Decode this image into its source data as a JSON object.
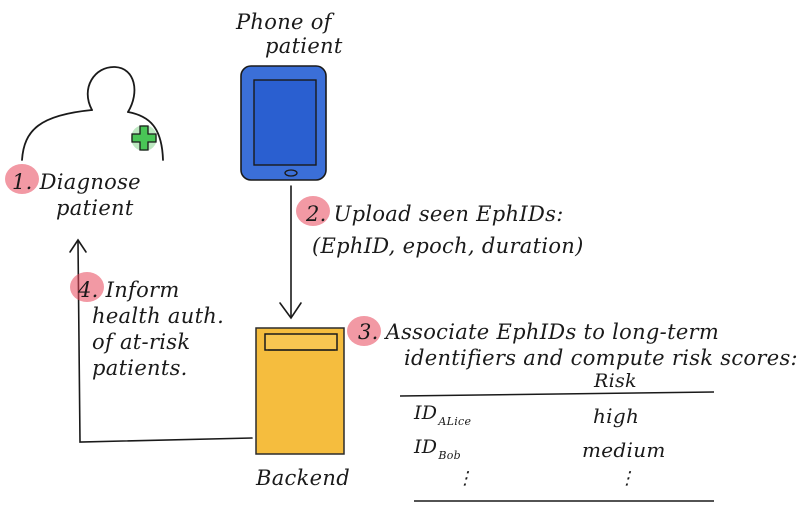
{
  "colors": {
    "step_highlight": "#e8465a",
    "phone_body": "#3b6fd8",
    "phone_screen": "#2a5fd0",
    "backend_body": "#f5b82e",
    "cross": "#3ebd4b",
    "ink": "#1a1a1a"
  },
  "phone": {
    "label_line1": "Phone of",
    "label_line2": "patient"
  },
  "backend": {
    "label": "Backend"
  },
  "steps": {
    "s1": {
      "line1": "1. Diagnose",
      "line2": "patient"
    },
    "s2": {
      "line1": "2. Upload seen EphIDs:",
      "line2": "(EphID, epoch, duration)"
    },
    "s3": {
      "line1": "3. Associate EphIDs to long-term",
      "line2": "identifiers and compute risk scores:"
    },
    "s4": {
      "line1": "4. Inform",
      "line2": "health auth.",
      "line3": "of at-risk",
      "line4": "patients."
    }
  },
  "table": {
    "header_risk": "Risk",
    "rows": [
      {
        "id_prefix": "ID",
        "id_sub": "ALice",
        "risk": "high"
      },
      {
        "id_prefix": "ID",
        "id_sub": "Bob",
        "risk": "medium"
      }
    ],
    "ellipsis": "⋮"
  },
  "icons": {
    "patient": "person-icon",
    "health_cross": "cross-icon",
    "phone": "phone-icon",
    "backend": "server-icon"
  }
}
